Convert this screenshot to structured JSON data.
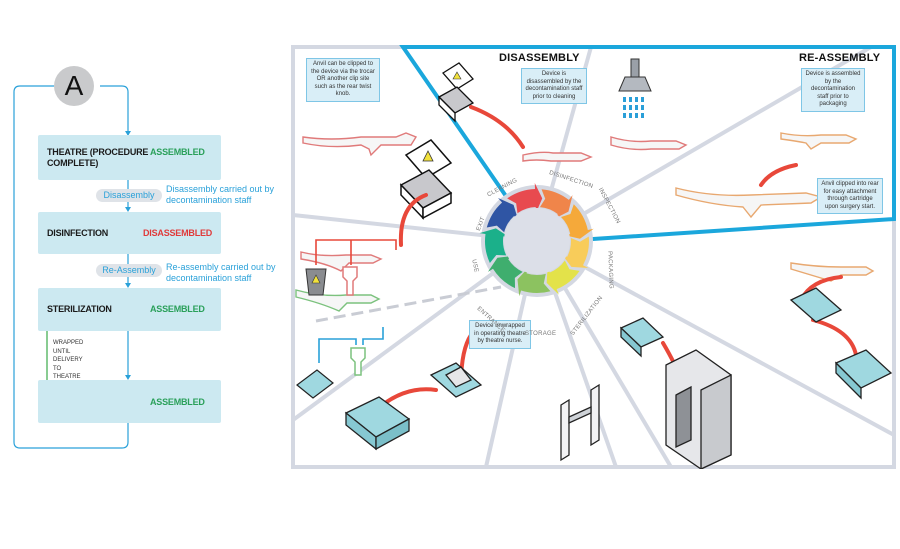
{
  "flowchart": {
    "badge": "A",
    "stages": [
      {
        "name": "THEATRE (PROCEDURE COMPLETE)",
        "line1": "THEATRE (PROCEDURE",
        "line2": "COMPLETE)",
        "state": "ASSEMBLED",
        "state_color": "#2aa05a"
      },
      {
        "name": "DISINFECTION",
        "state": "DISASSEMBLED",
        "state_color": "#e03a3a"
      },
      {
        "name": "STERILIZATION",
        "state": "ASSEMBLED",
        "state_color": "#2aa05a"
      },
      {
        "name": "",
        "state": "ASSEMBLED",
        "state_color": "#2aa05a"
      }
    ],
    "transitions": [
      {
        "label": "Disassembly",
        "note_line1": "Disassembly carried out by",
        "note_line2": "decontamination staff"
      },
      {
        "label": "Re-Assembly",
        "note_line1": "Re-assembly carried out by",
        "note_line2": "decontamination staff"
      }
    ],
    "wrapped_note": [
      "WRAPPED",
      "UNTIL",
      "DELIVERY",
      "TO",
      "THEATRE"
    ],
    "colors": {
      "box": "#cce9f1",
      "line": "#2aa1d9",
      "green_line": "#3aaa48"
    }
  },
  "illustration": {
    "section_titles": {
      "disassembly": "DISASSEMBLY",
      "reassembly": "RE-ASSEMBLY"
    },
    "callouts": {
      "anvil_clip": "Anvil can be clipped to the device via the trocar OR another clip site such as the rear twist knob.",
      "disassembled": "Device is disassembled by the decontamination staff prior to cleaning",
      "assembled": "Device is assembled by the decontamination staff prior to packaging",
      "anvil_rear": "Anvil clipped into rear for easy attachment through cartridge upon surgery start.",
      "unwrapped": "Device unwrapped in operating theatre by theatre nurse."
    },
    "wheel_stages": [
      {
        "label": "CLEANING",
        "color": "#e84a4f"
      },
      {
        "label": "DISINFECTION",
        "color": "#f0854a"
      },
      {
        "label": "INSPECTION",
        "color": "#f5a93a"
      },
      {
        "label": "PACKAGING",
        "color": "#f8cc5a"
      },
      {
        "label": "STERILIZATION",
        "color": "#e3e24a"
      },
      {
        "label": "STORAGE",
        "color": "#8cc260"
      },
      {
        "label": "ENTRANCE",
        "color": "#3fae6e"
      },
      {
        "label": "USE",
        "color": "#1bb08a"
      },
      {
        "label": "EXIT",
        "color": "#2f55a4"
      }
    ],
    "colors": {
      "highlight": "#1ba7dc",
      "divider": "#d4d8e2",
      "arrow": "#e8483a",
      "package": "#9fd8e0"
    }
  }
}
